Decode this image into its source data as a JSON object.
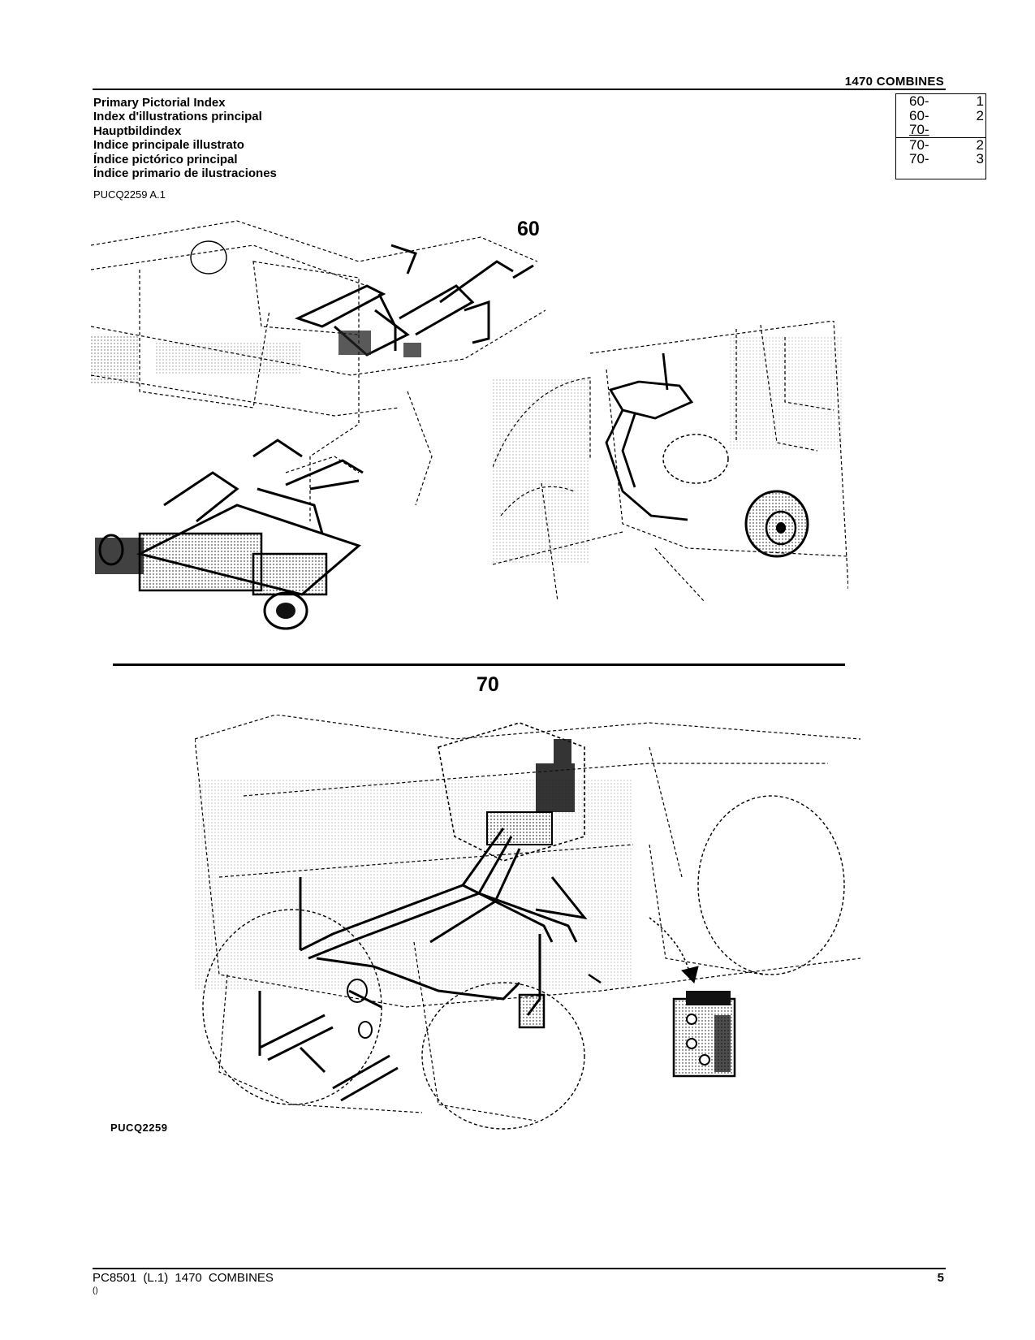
{
  "header": {
    "title": "1470  COMBINES"
  },
  "titles": [
    "Primary Pictorial Index",
    "Index d'illustrations principal",
    "Hauptbildindex",
    "Indice principale illustrato",
    "Índice pictórico principal",
    "Índice primario de ilustraciones"
  ],
  "reference_code": "PUCQ2259 A.1",
  "index_table": [
    {
      "section": "60-",
      "page": "1"
    },
    {
      "section": "60-",
      "page": "2"
    },
    {
      "section": "70-",
      "page": ""
    },
    {
      "section": "70-",
      "page": "2"
    },
    {
      "section": "70-",
      "page": "3"
    }
  ],
  "sections": {
    "upper": {
      "label": "60"
    },
    "lower": {
      "label": "70"
    }
  },
  "figure_id": "PUCQ2259",
  "footer": {
    "left": "PC8501   (L.1)   1470 COMBINES",
    "sub": "()",
    "page": "5"
  }
}
